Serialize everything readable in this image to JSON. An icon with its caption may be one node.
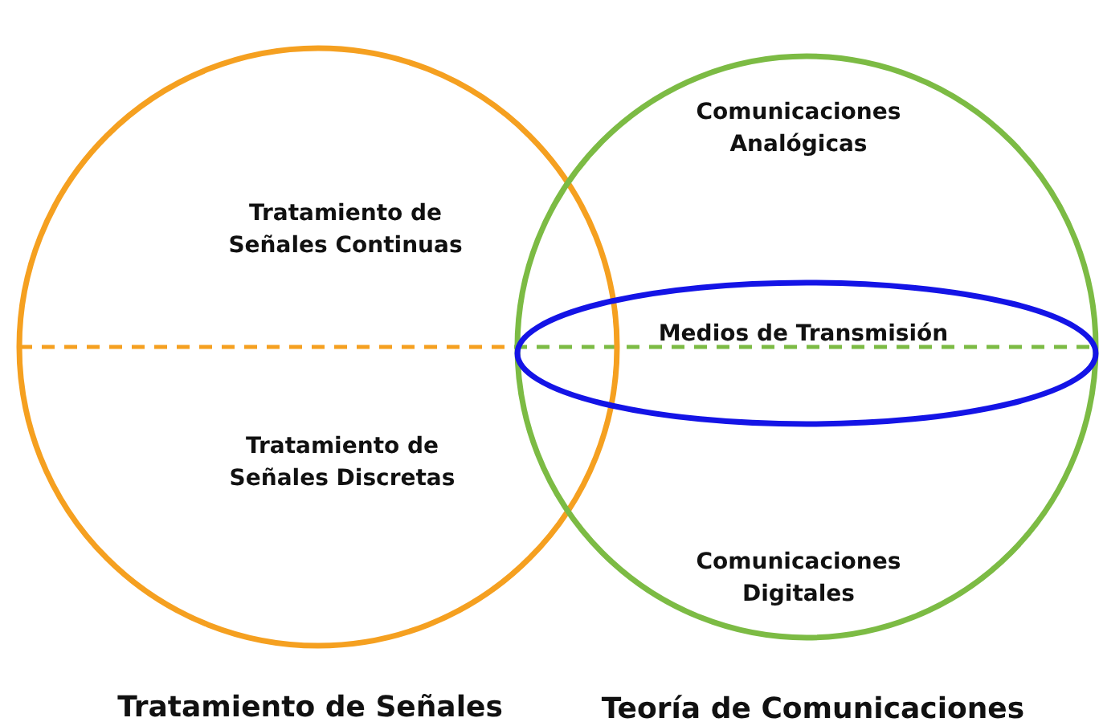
{
  "diagram": {
    "nodes": [
      {
        "text": [
          "Tratamiento de Señales Continuas",
          "Tratamiento de Señales Discretas",
          "Tratamiento de Señales"
        ]
      },
      {
        "text": [
          "Comunicaciones Analógicas",
          "Comunicaciones Digitales",
          "Teoría de Comunicaciones"
        ]
      },
      {
        "text": [
          "Medios de Transmisión"
        ],
        "in": 1
      }
    ]
  }
}
